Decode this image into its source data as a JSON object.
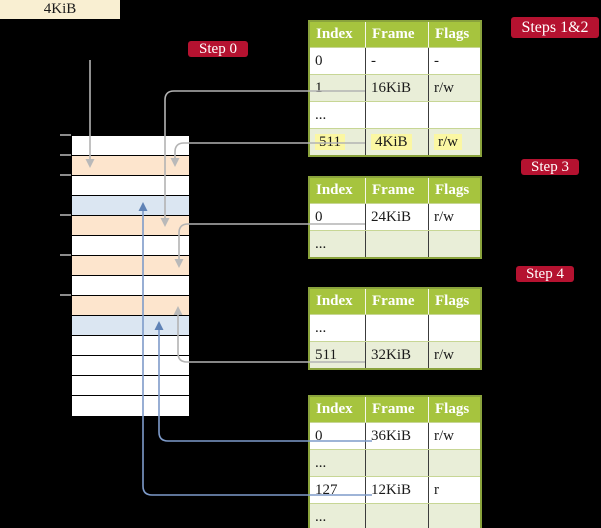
{
  "labels": {
    "page_size_box": "4KiB",
    "step0": "Step 0",
    "steps_1_2": "Steps 1&2",
    "step3": "Step 3",
    "step4": "Step 4"
  },
  "colors": {
    "accent_red": "#b51230",
    "header_green": "#a6c43e",
    "row_green": "#e9eed8",
    "row_peach": "#fde5cd",
    "row_blue": "#dbe6f2",
    "box_cream": "#f9efd2",
    "highlight_yellow": "#fbf7a3",
    "connector_gray": "#b3b3b3",
    "connector_blue": "#7e9bca",
    "arrow_gray": "#b9b9b9",
    "arrow_blue": "#5f82b6"
  },
  "memory": {
    "rows": [
      {
        "shade": "white"
      },
      {
        "shade": "peach"
      },
      {
        "shade": "white"
      },
      {
        "shade": "blue"
      },
      {
        "shade": "peach"
      },
      {
        "shade": "white"
      },
      {
        "shade": "peach"
      },
      {
        "shade": "white"
      },
      {
        "shade": "peach"
      },
      {
        "shade": "blue"
      },
      {
        "shade": "white"
      },
      {
        "shade": "white"
      },
      {
        "shade": "white"
      },
      {
        "shade": "white"
      }
    ]
  },
  "tables": [
    {
      "headers": [
        "Index",
        "Frame",
        "Flags"
      ],
      "rows": [
        {
          "cells": [
            "0",
            "-",
            "-"
          ],
          "shade": "white",
          "highlight": false
        },
        {
          "cells": [
            "1",
            "16KiB",
            "r/w"
          ],
          "shade": "green",
          "highlight": false
        },
        {
          "cells": [
            "...",
            "",
            ""
          ],
          "shade": "white",
          "highlight": false
        },
        {
          "cells": [
            "511",
            "4KiB",
            "r/w"
          ],
          "shade": "green",
          "highlight": true
        }
      ]
    },
    {
      "headers": [
        "Index",
        "Frame",
        "Flags"
      ],
      "rows": [
        {
          "cells": [
            "0",
            "24KiB",
            "r/w"
          ],
          "shade": "white",
          "highlight": false
        },
        {
          "cells": [
            "...",
            "",
            ""
          ],
          "shade": "green",
          "highlight": false
        }
      ]
    },
    {
      "headers": [
        "Index",
        "Frame",
        "Flags"
      ],
      "rows": [
        {
          "cells": [
            "...",
            "",
            ""
          ],
          "shade": "white",
          "highlight": false
        },
        {
          "cells": [
            "511",
            "32KiB",
            "r/w"
          ],
          "shade": "green",
          "highlight": false
        }
      ]
    },
    {
      "headers": [
        "Index",
        "Frame",
        "Flags"
      ],
      "rows": [
        {
          "cells": [
            "0",
            "36KiB",
            "r/w"
          ],
          "shade": "white",
          "highlight": false
        },
        {
          "cells": [
            "...",
            "",
            ""
          ],
          "shade": "green",
          "highlight": false
        },
        {
          "cells": [
            "127",
            "12KiB",
            "r"
          ],
          "shade": "white",
          "highlight": false
        },
        {
          "cells": [
            "...",
            "",
            ""
          ],
          "shade": "green",
          "highlight": false
        }
      ]
    }
  ],
  "connections": [
    {
      "from": "page-size-box",
      "to": "memory-row-2",
      "color": "gray"
    },
    {
      "from": "table1-row-1",
      "to": "memory-row-5",
      "color": "gray"
    },
    {
      "from": "table1-row-511",
      "to": "memory-row-2",
      "color": "gray"
    },
    {
      "from": "table2-row-0",
      "to": "memory-row-7",
      "color": "gray"
    },
    {
      "from": "table3-row-511",
      "to": "memory-row-9",
      "color": "gray"
    },
    {
      "from": "table4-row-0",
      "to": "memory-row-10",
      "color": "blue"
    },
    {
      "from": "table4-row-127",
      "to": "memory-row-4",
      "color": "blue"
    }
  ]
}
